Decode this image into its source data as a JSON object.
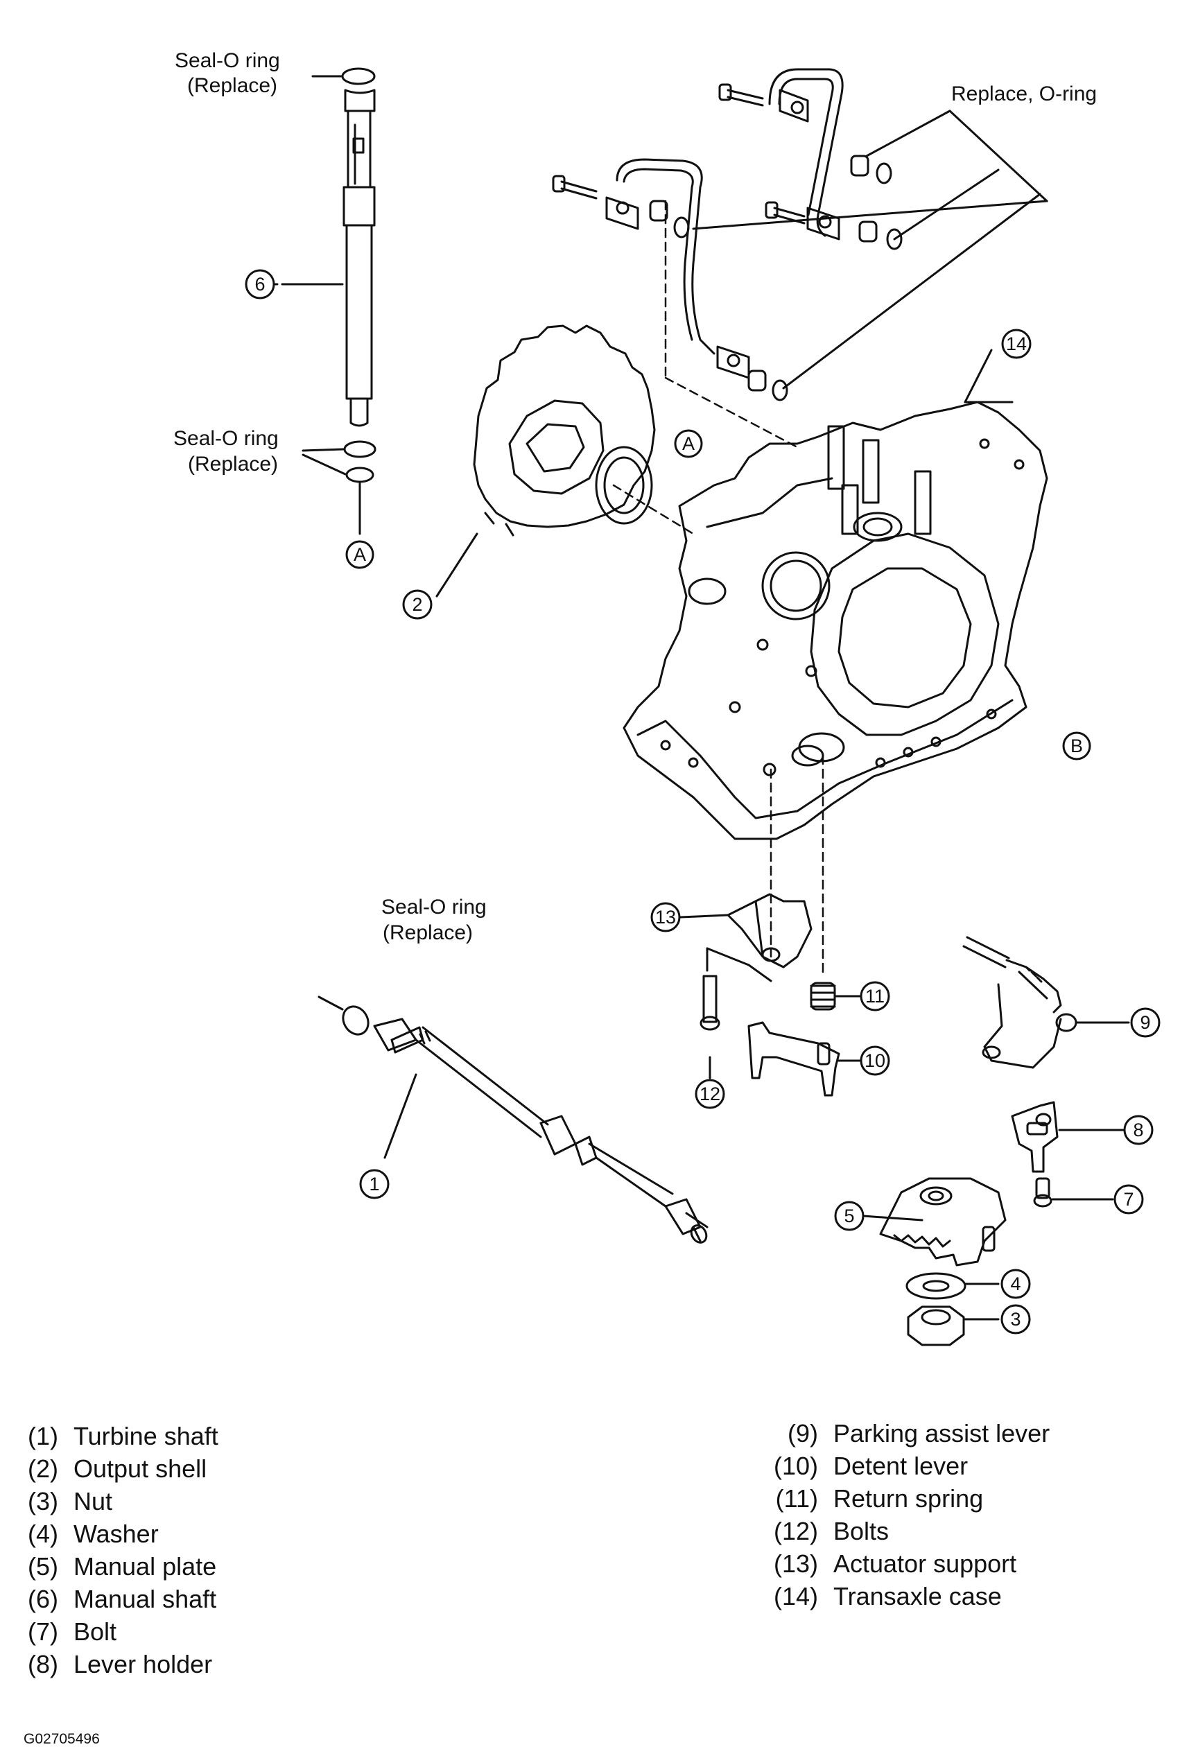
{
  "callouts": {
    "seal_o_ring_top": [
      "Seal-O ring",
      "(Replace)"
    ],
    "seal_o_ring_mid": [
      "Seal-O ring",
      "(Replace)"
    ],
    "seal_o_ring_bottom": [
      "Seal-O ring",
      "(Replace)"
    ],
    "replace_o_ring": "Replace, O-ring",
    "ref_a": "A",
    "ref_b": "B"
  },
  "part_numbers": [
    "1",
    "2",
    "3",
    "4",
    "5",
    "6",
    "7",
    "8",
    "9",
    "10",
    "11",
    "12",
    "13",
    "14"
  ],
  "legend": {
    "left": [
      {
        "num": "(1)",
        "name": "Turbine shaft"
      },
      {
        "num": "(2)",
        "name": "Output shell"
      },
      {
        "num": "(3)",
        "name": "Nut"
      },
      {
        "num": "(4)",
        "name": "Washer"
      },
      {
        "num": "(5)",
        "name": "Manual plate"
      },
      {
        "num": "(6)",
        "name": "Manual shaft"
      },
      {
        "num": "(7)",
        "name": "Bolt"
      },
      {
        "num": "(8)",
        "name": "Lever holder"
      }
    ],
    "right": [
      {
        "num": "(9)",
        "name": "Parking assist lever"
      },
      {
        "num": "(10)",
        "name": "Detent lever"
      },
      {
        "num": "(11)",
        "name": "Return spring"
      },
      {
        "num": "(12)",
        "name": "Bolts"
      },
      {
        "num": "(13)",
        "name": "Actuator support"
      },
      {
        "num": "(14)",
        "name": "Transaxle case"
      }
    ]
  },
  "figure_id": "G02705496"
}
